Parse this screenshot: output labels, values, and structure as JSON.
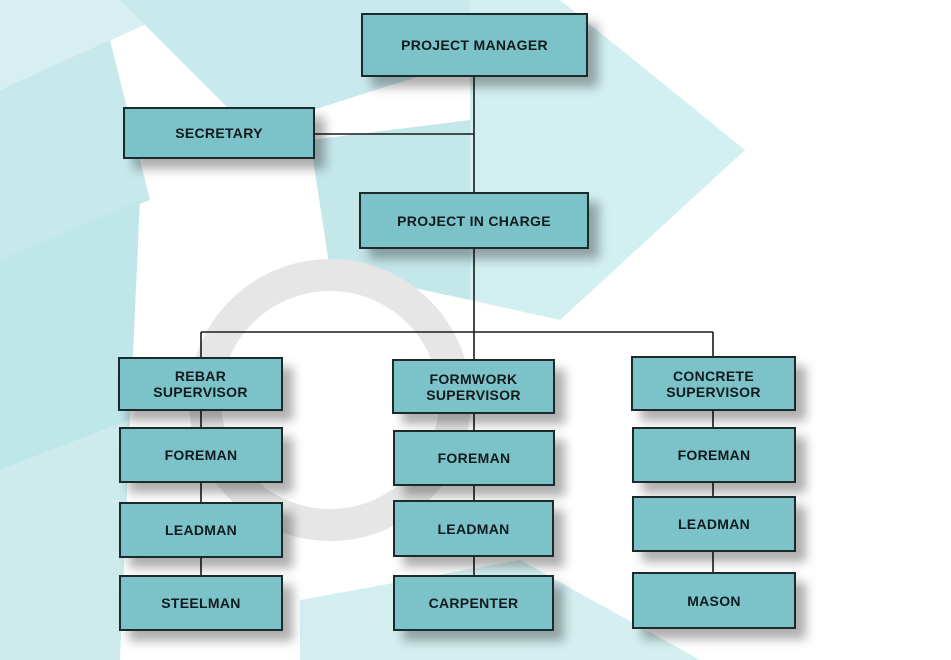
{
  "colors": {
    "box_fill": "#7cc3c9",
    "box_border": "#1c2a2c",
    "connector": "#1a1a1a",
    "background_tint": "#bfe6e8"
  },
  "org_chart": {
    "top": {
      "project_manager": "PROJECT MANAGER",
      "secretary": "SECRETARY",
      "project_in_charge": "PROJECT IN CHARGE"
    },
    "columns": [
      {
        "supervisor": "REBAR\nSUPERVISOR",
        "foreman": "FOREMAN",
        "leadman": "LEADMAN",
        "worker": "STEELMAN"
      },
      {
        "supervisor": "FORMWORK\nSUPERVISOR",
        "foreman": "FOREMAN",
        "leadman": "LEADMAN",
        "worker": "CARPENTER"
      },
      {
        "supervisor": "CONCRETE\nSUPERVISOR",
        "foreman": "FOREMAN",
        "leadman": "LEADMAN",
        "worker": "MASON"
      }
    ]
  }
}
